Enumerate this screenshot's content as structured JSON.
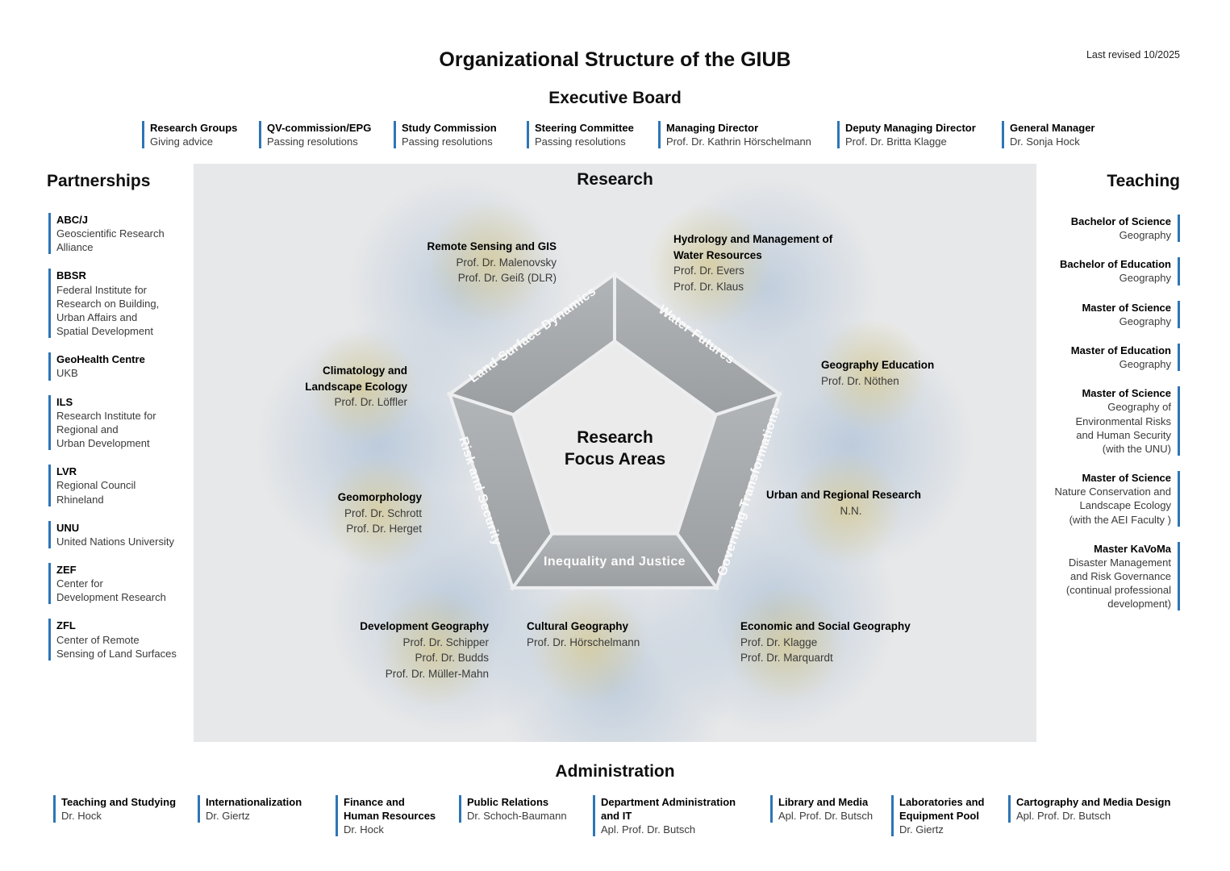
{
  "page": {
    "title": "Organizational Structure of the GIUB",
    "revision": "Last revised 10/2025"
  },
  "colors": {
    "accent_blue": "#2e75b6",
    "panel_grey": "#e7e8e9",
    "pentagon_grey": "#a8abae",
    "blob_yellow": "#d9c780",
    "blob_blue": "#92aece"
  },
  "executive_board": {
    "heading": "Executive Board",
    "items": [
      {
        "title": "Research Groups",
        "subtitle": "Giving advice"
      },
      {
        "title": "QV-commission/EPG",
        "subtitle": "Passing resolutions"
      },
      {
        "title": "Study Commission",
        "subtitle": "Passing resolutions"
      },
      {
        "title": "Steering Committee",
        "subtitle": "Passing resolutions"
      },
      {
        "title": "Managing Director",
        "subtitle": "Prof. Dr. Kathrin Hörschelmann"
      },
      {
        "title": "Deputy Managing Director",
        "subtitle": "Prof. Dr. Britta Klagge"
      },
      {
        "title": "General Manager",
        "subtitle": "Dr. Sonja Hock"
      }
    ]
  },
  "partnerships": {
    "heading": "Partnerships",
    "items": [
      {
        "name": "ABC/J",
        "description": "Geoscientific Research\nAlliance"
      },
      {
        "name": "BBSR",
        "description": "Federal Institute for\nResearch on Building,\nUrban Affairs and\nSpatial Development"
      },
      {
        "name": "GeoHealth Centre",
        "description": "UKB"
      },
      {
        "name": "ILS",
        "description": "Research Institute for\nRegional and\nUrban Development"
      },
      {
        "name": "LVR",
        "description": "Regional Council\nRhineland"
      },
      {
        "name": "UNU",
        "description": "United Nations University"
      },
      {
        "name": "ZEF",
        "description": "Center for\nDevelopment Research"
      },
      {
        "name": "ZFL",
        "description": "Center of Remote\nSensing of Land Surfaces"
      }
    ]
  },
  "research": {
    "heading": "Research",
    "center": "Research\nFocus Areas",
    "focus_areas": [
      "Land Surface Dynamics",
      "Water Futures",
      "Governing Transformations",
      "Inequality and Justice",
      "Risk and Security"
    ],
    "groups": [
      {
        "title": "Remote Sensing and GIS",
        "members": "Prof. Dr. Malenovsky\nProf. Dr. Geiß (DLR)"
      },
      {
        "title": "Hydrology and Management of\nWater Resources",
        "members": "Prof. Dr. Evers\nProf. Dr. Klaus"
      },
      {
        "title": "Climatology and\nLandscape Ecology",
        "members": "Prof. Dr. Löffler"
      },
      {
        "title": "Geography Education",
        "members": "Prof. Dr. Nöthen"
      },
      {
        "title": "Geomorphology",
        "members": "Prof. Dr. Schrott\nProf. Dr. Herget"
      },
      {
        "title": "Urban and Regional Research",
        "members": "N.N."
      },
      {
        "title": "Development Geography",
        "members": "Prof. Dr. Schipper\nProf. Dr. Budds\nProf. Dr. Müller-Mahn"
      },
      {
        "title": "Cultural Geography",
        "members": "Prof. Dr. Hörschelmann"
      },
      {
        "title": "Economic and Social Geography",
        "members": "Prof. Dr. Klagge\nProf. Dr. Marquardt"
      }
    ]
  },
  "teaching": {
    "heading": "Teaching",
    "items": [
      {
        "degree": "Bachelor of Science",
        "program": "Geography"
      },
      {
        "degree": "Bachelor of Education",
        "program": "Geography"
      },
      {
        "degree": "Master of Science",
        "program": "Geography"
      },
      {
        "degree": "Master of Education",
        "program": "Geography"
      },
      {
        "degree": "Master of Science",
        "program": "Geography of\nEnvironmental Risks\nand Human Security\n(with the UNU)"
      },
      {
        "degree": "Master of Science",
        "program": "Nature Conservation and\nLandscape Ecology\n(with the AEI Faculty )"
      },
      {
        "degree": "Master KaVoMa",
        "program": "Disaster Management\nand Risk Governance\n(continual professional\ndevelopment)"
      }
    ]
  },
  "administration": {
    "heading": "Administration",
    "items": [
      {
        "title": "Teaching and Studying",
        "person": "Dr. Hock"
      },
      {
        "title": "Internationalization",
        "person": "Dr. Giertz"
      },
      {
        "title": "Finance and\nHuman Resources",
        "person": "Dr. Hock"
      },
      {
        "title": "Public Relations",
        "person": "Dr. Schoch-Baumann"
      },
      {
        "title": "Department Administration\nand IT",
        "person": "Apl. Prof. Dr. Butsch"
      },
      {
        "title": "Library and Media",
        "person": "Apl. Prof. Dr. Butsch"
      },
      {
        "title": "Laboratories and\nEquipment Pool",
        "person": "Dr. Giertz"
      },
      {
        "title": "Cartography and Media Design",
        "person": "Apl. Prof. Dr. Butsch"
      }
    ]
  }
}
